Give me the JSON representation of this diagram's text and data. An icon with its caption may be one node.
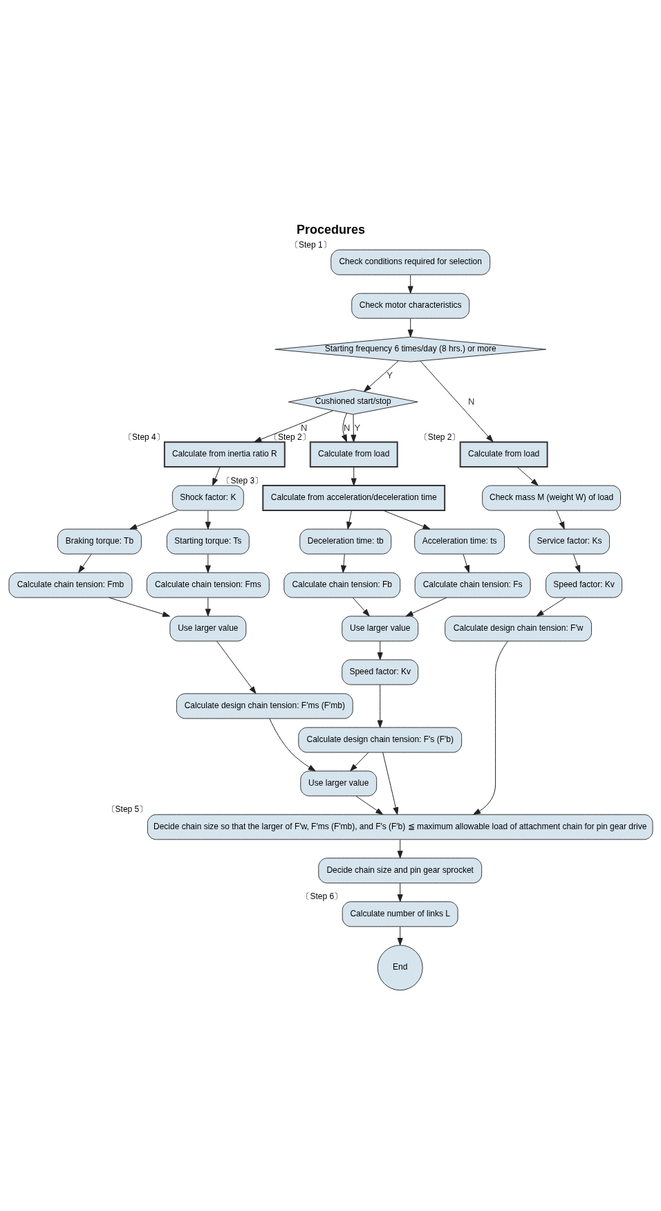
{
  "diagram": {
    "title": "Procedures",
    "nodes": [
      {
        "text": [
          "Check conditions required for selection"
        ],
        "beside": [
          "〔Step 1〕"
        ]
      },
      {
        "text": [
          "Check motor characteristics"
        ]
      },
      {
        "text": [
          "Starting frequency 6 times/day (8 hrs.) or more"
        ]
      },
      {
        "text": [
          "Cushioned start/stop"
        ]
      },
      {
        "text": [
          "Calculate from load"
        ],
        "beside": [
          "〔Step 2〕"
        ]
      },
      {
        "text": [
          "Calculate from load"
        ],
        "beside": [
          "〔Step 2〕"
        ]
      },
      {
        "text": [
          "Calculate from inertia ratio R"
        ],
        "beside": [
          "〔Step 4〕"
        ]
      },
      {
        "text": [
          "Check mass M (weight W) of load"
        ]
      },
      {
        "text": [
          "Calculate from acceleration/deceleration time"
        ],
        "beside": [
          "〔Step 3〕"
        ]
      },
      {
        "text": [
          "Shock factor: K"
        ]
      },
      {
        "text": [
          "Service factor: Ks"
        ]
      },
      {
        "text": [
          "Acceleration time: ts"
        ]
      },
      {
        "text": [
          "Deceleration time: tb"
        ]
      },
      {
        "text": [
          "Starting torque: Ts"
        ]
      },
      {
        "text": [
          "Braking torque: Tb"
        ]
      },
      {
        "text": [
          "Speed factor: Kv"
        ]
      },
      {
        "text": [
          "Calculate chain tension: Fs"
        ]
      },
      {
        "text": [
          "Calculate chain tension: Fb"
        ]
      },
      {
        "text": [
          "Calculate chain tension: Fms"
        ]
      },
      {
        "text": [
          "Calculate chain tension: Fmb"
        ]
      },
      {
        "text": [
          "Calculate design chain tension: F′w"
        ]
      },
      {
        "text": [
          "Use larger value"
        ]
      },
      {
        "text": [
          "Use larger value"
        ]
      },
      {
        "text": [
          "Speed factor: Kv"
        ]
      },
      {
        "text": [
          "Calculate design chain tension: F′ms (F′mb)"
        ]
      },
      {
        "text": [
          "Calculate design chain tension: F′s (F′b)"
        ]
      },
      {
        "text": [
          "Use larger value"
        ]
      },
      {
        "text": [
          "Decide chain size so that the larger of F′w, F′ms (F′mb), and F′s (F′b) ≦ maximum allowable load of attachment chain for pin gear drive"
        ],
        "beside": [
          "〔Step 5〕"
        ]
      },
      {
        "text": [
          "Decide chain size and pin gear sprocket"
        ]
      },
      {
        "text": [
          "Calculate number of links L"
        ],
        "beside": [
          "〔Step 6〕"
        ]
      },
      {
        "text": [
          "End"
        ]
      }
    ],
    "edges": [
      {
        "from": 0,
        "to": 1,
        "arrow": "to"
      },
      {
        "from": 1,
        "to": 2,
        "arrow": "to"
      },
      {
        "from": 2,
        "to": 4,
        "arrow": "to",
        "label": "N"
      },
      {
        "from": 2,
        "to": 3,
        "arrow": "to",
        "label": "Y"
      },
      {
        "from": 3,
        "to": 5,
        "arrow": "to",
        "label": "Y"
      },
      {
        "from": 3,
        "to": 5,
        "arrow": "to",
        "label": "N"
      },
      {
        "from": 3,
        "to": 6,
        "arrow": "to",
        "label": "N"
      },
      {
        "from": 4,
        "to": 7,
        "arrow": "to"
      },
      {
        "from": 5,
        "to": 8,
        "arrow": "to"
      },
      {
        "from": 6,
        "to": 9,
        "arrow": "to"
      },
      {
        "from": 7,
        "to": 10,
        "arrow": "to"
      },
      {
        "from": 8,
        "to": 11,
        "arrow": "to"
      },
      {
        "from": 8,
        "to": 12,
        "arrow": "to"
      },
      {
        "from": 9,
        "to": 13,
        "arrow": "to"
      },
      {
        "from": 9,
        "to": 14,
        "arrow": "to"
      },
      {
        "from": 10,
        "to": 15,
        "arrow": "to"
      },
      {
        "from": 11,
        "to": 16,
        "arrow": "to"
      },
      {
        "from": 12,
        "to": 17,
        "arrow": "to"
      },
      {
        "from": 13,
        "to": 18,
        "arrow": "to"
      },
      {
        "from": 14,
        "to": 19,
        "arrow": "to"
      },
      {
        "from": 15,
        "to": 20,
        "arrow": "to"
      },
      {
        "from": 16,
        "to": 21,
        "arrow": "to"
      },
      {
        "from": 17,
        "to": 21,
        "arrow": "to"
      },
      {
        "from": 18,
        "to": 22,
        "arrow": "to"
      },
      {
        "from": 19,
        "to": 22,
        "arrow": "to"
      },
      {
        "from": 21,
        "to": 23,
        "arrow": "to"
      },
      {
        "from": 22,
        "to": 24,
        "arrow": "to"
      },
      {
        "from": 23,
        "to": 25,
        "arrow": "to"
      },
      {
        "from": 25,
        "to": 26,
        "arrow": "to"
      },
      {
        "from": 24,
        "to": 26,
        "arrow": "to"
      },
      {
        "from": 20,
        "to": 27,
        "arrow": "to"
      },
      {
        "from": 25,
        "to": 27,
        "arrow": "to"
      },
      {
        "from": 26,
        "to": 27,
        "arrow": "to"
      },
      {
        "from": 27,
        "to": 28,
        "arrow": "to"
      },
      {
        "from": 28,
        "to": 29,
        "arrow": "to"
      },
      {
        "from": 29,
        "to": 30,
        "arrow": "to"
      }
    ]
  }
}
